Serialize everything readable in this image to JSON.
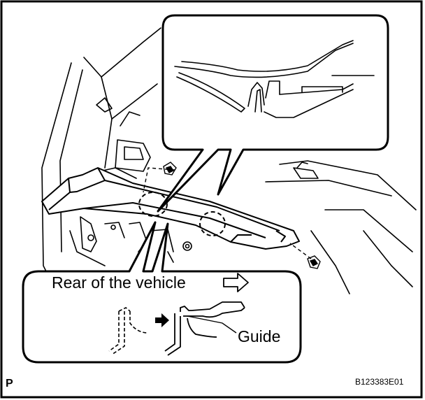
{
  "labels": {
    "rear_of_vehicle": "Rear of the vehicle",
    "guide": "Guide",
    "corner_mark": "P",
    "figure_code": "B123383E01"
  },
  "icons": {
    "direction_arrow": "outline-arrow-right-icon",
    "step_arrow": "solid-arrow-right-icon"
  },
  "colors": {
    "line": "#000000",
    "background": "#ffffff"
  }
}
